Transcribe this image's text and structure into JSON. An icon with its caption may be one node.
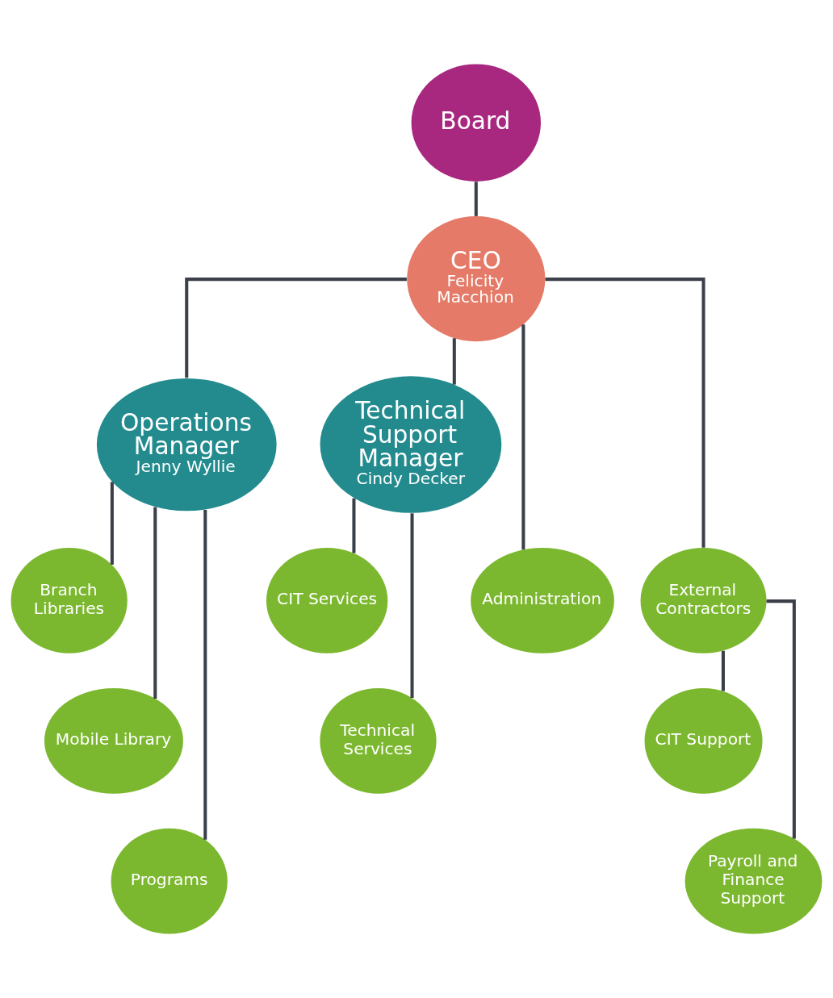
{
  "diagram": {
    "nodes": [
      {
        "text": [
          "Board"
        ]
      },
      {
        "text": [
          "CEO",
          "Felicity Macchion"
        ]
      },
      {
        "text": [
          "Operations Manager",
          "Jenny Wyllie"
        ]
      },
      {
        "text": [
          "Technical Support Manager",
          "Cindy Decker"
        ]
      },
      {
        "text": [
          "Administration"
        ]
      },
      {
        "text": [
          "Branch Libraries"
        ]
      },
      {
        "text": [
          "Mobile Library"
        ]
      },
      {
        "text": [
          "Programs"
        ]
      },
      {
        "text": [
          "CIT Services"
        ]
      },
      {
        "text": [
          "Technical Services"
        ]
      },
      {
        "text": [
          "External Contractors"
        ]
      },
      {
        "text": [
          "CIT Support"
        ]
      },
      {
        "text": [
          "Payroll and Finance Support"
        ]
      }
    ],
    "edges": [
      {
        "from": 0,
        "to": 1,
        "arrow": "none"
      },
      {
        "from": 1,
        "to": 2,
        "arrow": "none"
      },
      {
        "from": 1,
        "to": 3,
        "arrow": "none"
      },
      {
        "from": 1,
        "to": 4,
        "arrow": "none"
      },
      {
        "from": 1,
        "to": 10,
        "arrow": "none"
      },
      {
        "from": 2,
        "to": 5,
        "arrow": "none"
      },
      {
        "from": 2,
        "to": 6,
        "arrow": "none"
      },
      {
        "from": 2,
        "to": 7,
        "arrow": "none"
      },
      {
        "from": 3,
        "to": 8,
        "arrow": "none"
      },
      {
        "from": 3,
        "to": 9,
        "arrow": "none"
      },
      {
        "from": 10,
        "to": 11,
        "arrow": "none"
      },
      {
        "from": 10,
        "to": 12,
        "arrow": "none"
      }
    ]
  }
}
